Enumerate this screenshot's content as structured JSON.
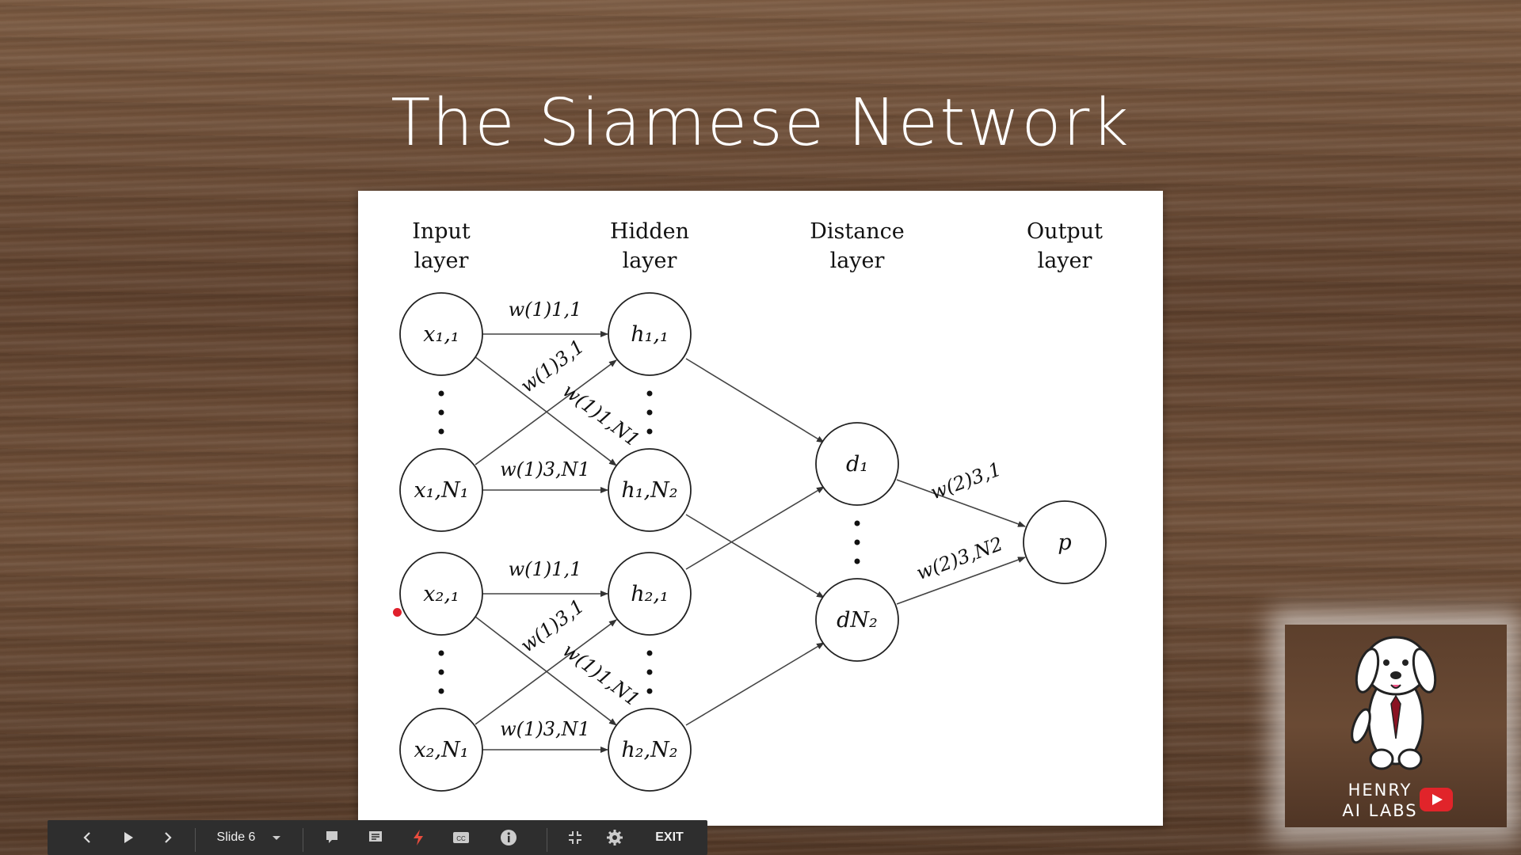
{
  "slide": {
    "title": "The Siamese Network"
  },
  "diagram": {
    "headers": {
      "input": [
        "Input",
        "layer"
      ],
      "hidden": [
        "Hidden",
        "layer"
      ],
      "distance": [
        "Distance",
        "layer"
      ],
      "output": [
        "Output",
        "layer"
      ]
    },
    "nodes": {
      "x11": "x₁,₁",
      "x1N1": "x₁,N₁",
      "x21": "x₂,₁",
      "x2N1": "x₂,N₁",
      "h11": "h₁,₁",
      "h1N2": "h₁,N₂",
      "h21": "h₂,₁",
      "h2N2": "h₂,N₂",
      "d1": "d₁",
      "dN2": "dN₂",
      "p": "p"
    },
    "weights": {
      "w11_1": "w(1)1,1",
      "w31_1": "w(1)3,1",
      "w1N1_1": "w(1)1,N1",
      "w3N1_1": "w(1)3,N1",
      "w11_2": "w(1)1,1",
      "w31_2": "w(1)3,1",
      "w1N1_2": "w(1)1,N1",
      "w3N1_2": "w(1)3,N1",
      "w31_out": "w(2)3,1",
      "w3N2_out": "w(2)3,N2"
    }
  },
  "webcam": {
    "brand_line1": "HENRY",
    "brand_line2": "AI LABS",
    "icon": "youtube-play-icon"
  },
  "toolbar": {
    "slide_label": "Slide 6",
    "exit_label": "EXIT",
    "icons": [
      "previous-icon",
      "play-icon",
      "next-icon",
      "slide-select-chevron-icon",
      "comments-icon",
      "speaker-notes-icon",
      "flash-icon",
      "captions-icon",
      "info-icon",
      "fullscreen-exit-icon",
      "settings-icon"
    ]
  }
}
